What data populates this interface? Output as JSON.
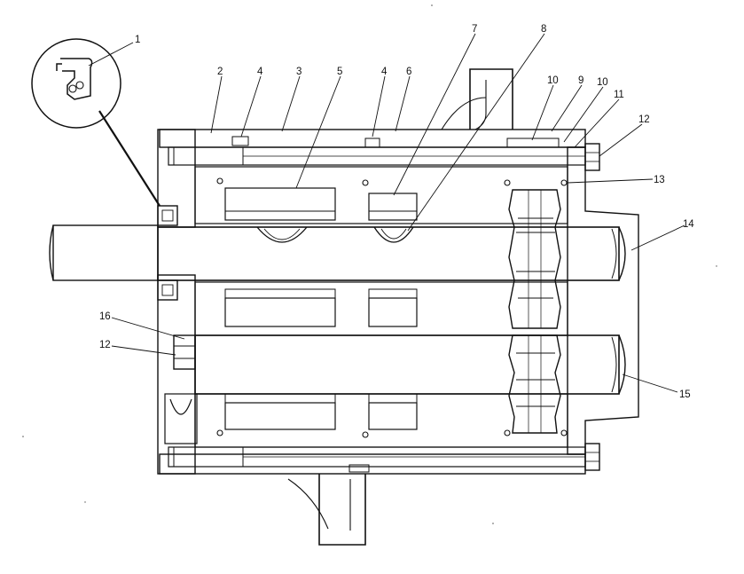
{
  "labels": [
    "1",
    "2",
    "4",
    "3",
    "5",
    "4",
    "6",
    "7",
    "8",
    "10",
    "9",
    "10",
    "11",
    "12",
    "13",
    "14",
    "16",
    "12",
    "15"
  ]
}
